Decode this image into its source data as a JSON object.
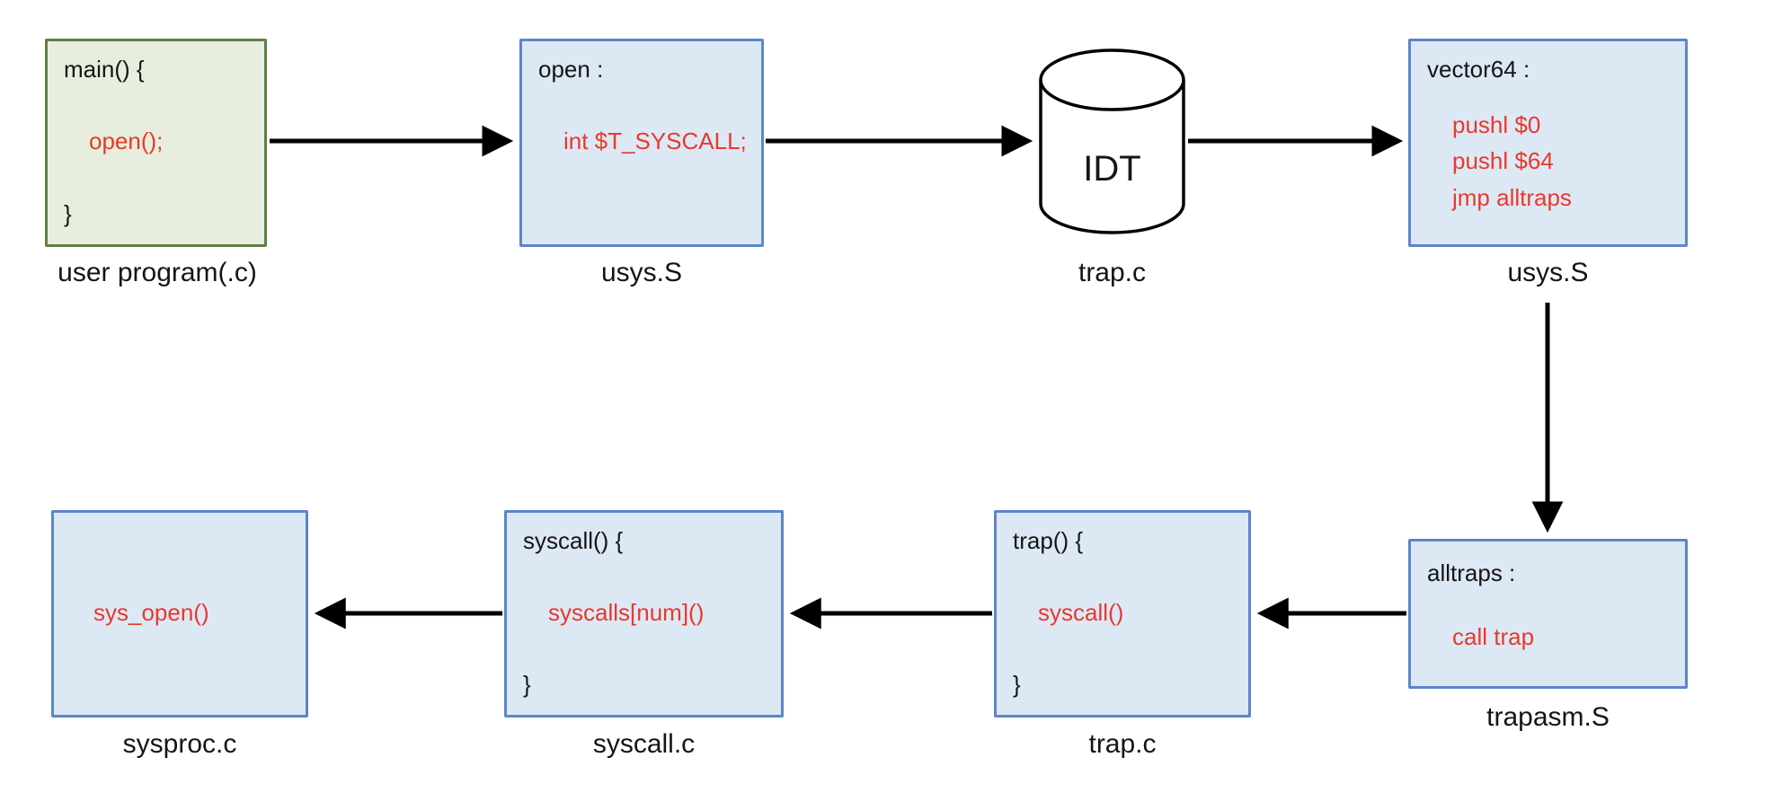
{
  "colors": {
    "red_text": "#e8392b",
    "black_text": "#151515",
    "green_fill": "#e7eedd",
    "green_border": "#5f7f44",
    "blue_fill": "#dde8f5",
    "blue_border": "#5b86c9",
    "arrow": "#000000"
  },
  "nodes": {
    "user_program": {
      "line1": "main() {",
      "line2": "open();",
      "line3": "}",
      "label": "user program(.c)"
    },
    "usys_open": {
      "line1": "open :",
      "line2": "int $T_SYSCALL;",
      "label": "usys.S"
    },
    "idt": {
      "title": "IDT",
      "label": "trap.c"
    },
    "vector64": {
      "line1": "vector64 :",
      "line2": "pushl $0",
      "line3": "pushl $64",
      "line4": "jmp alltraps",
      "label": "usys.S"
    },
    "alltraps": {
      "line1": "alltraps :",
      "line2": "call trap",
      "label": "trapasm.S"
    },
    "trap": {
      "line1": "trap() {",
      "line2": "syscall()",
      "line3": "}",
      "label": "trap.c"
    },
    "syscall": {
      "line1": "syscall() {",
      "line2": "syscalls[num]()",
      "line3": "}",
      "label": "syscall.c"
    },
    "sysproc": {
      "line1": "sys_open()",
      "label": "sysproc.c"
    }
  }
}
